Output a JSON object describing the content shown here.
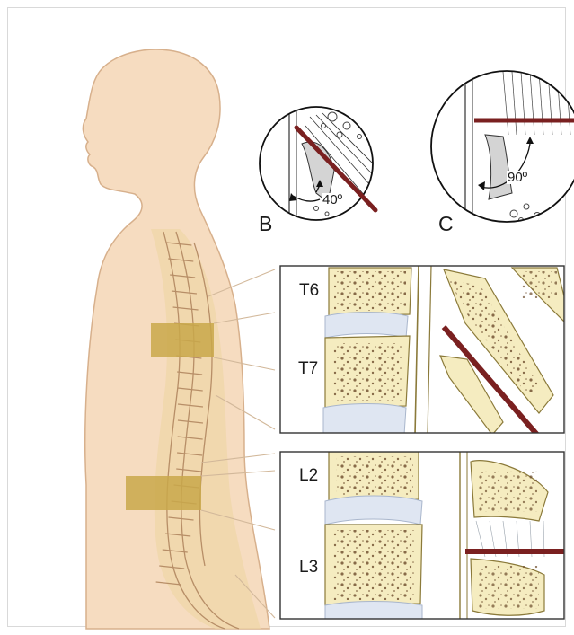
{
  "labels": {
    "panel_b": "B",
    "panel_c": "C",
    "angle_b": "40º",
    "angle_c": "90º",
    "t6": "T6",
    "t7": "T7",
    "l2": "L2",
    "l3": "L3"
  },
  "colors": {
    "skin": "#f6dcc0",
    "skin_outline": "#d7b08c",
    "bone": "#f5ecc0",
    "bone_outline": "#8b7a3a",
    "block": "#c9a84a",
    "needle": "#7a2020",
    "disc": "#dfe6f2"
  }
}
